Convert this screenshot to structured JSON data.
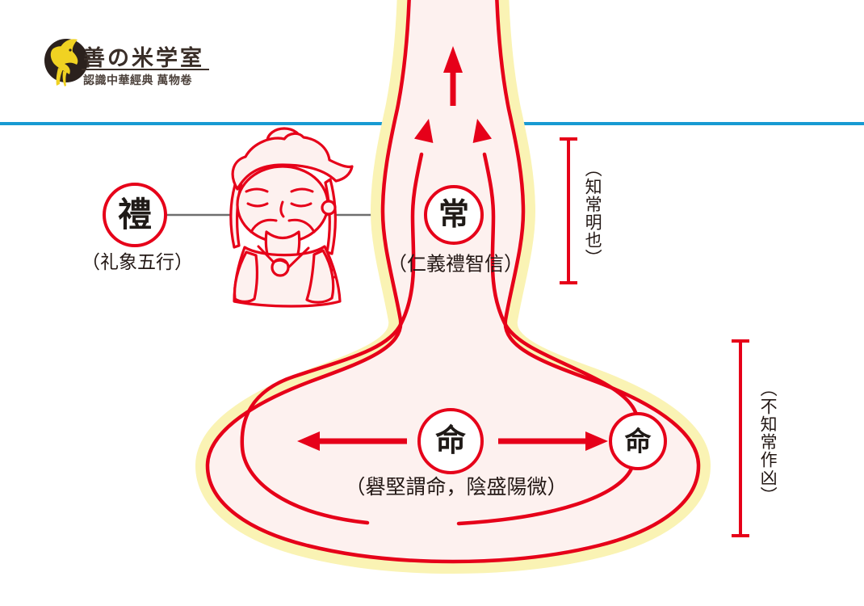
{
  "logo": {
    "title": "善の米学室",
    "subtitle": "認識中華經典 萬物卷",
    "bird_icon": "yellow-swallow"
  },
  "nodes": {
    "li_char": "禮",
    "li_caption": "（礼象五行）",
    "chang_char": "常",
    "chang_caption": "（仁義禮智信）",
    "ming_center_char": "命",
    "ming_right_char": "命",
    "ming_caption": "（礜堅謂命，陰盛陽微）"
  },
  "annotations": {
    "upper_bracket": "（知常明也）",
    "lower_bracket": "（不知常作凶）"
  },
  "colors": {
    "red": "#e60019",
    "halo_yellow": "#faf3b4",
    "gourd_fill": "#fdf1ef",
    "blue_line": "#189ad2",
    "connector_gray": "#6f6f6f",
    "ink": "#231815",
    "logo_ink": "#3a2e28",
    "bird_yellow": "#f0d222",
    "badge_dark": "#2b211d"
  }
}
